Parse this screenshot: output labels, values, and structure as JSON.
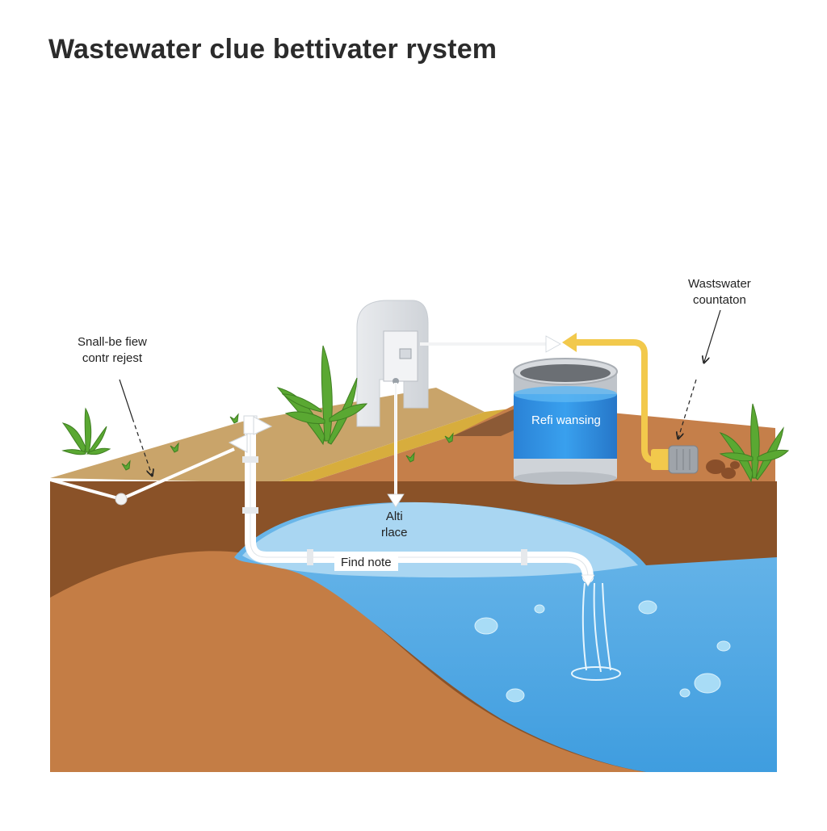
{
  "diagram": {
    "title": "Wastewater clue bettivater rystem",
    "labels": {
      "left_callout_line1": "Snall-be fiew",
      "left_callout_line2": "contr rejest",
      "right_callout_line1": "Wastswater",
      "right_callout_line2": "countaton",
      "tank_label": "Refi wansing",
      "center_label_line1": "Alti",
      "center_label_line2": "rlace",
      "pipe_note": "Find note"
    },
    "colors": {
      "soil_top": "#c9a46a",
      "soil_dark": "#8a5228",
      "soil_front": "#c47d45",
      "water": "#4ea8e2",
      "water_light": "#a9d6f2",
      "tank_blue": "#2f8fe0",
      "pipe_yellow": "#f2c94c",
      "plant_green": "#5aa832"
    },
    "icons": [
      "plant-icon",
      "control-box-icon",
      "tank-icon",
      "valve-icon",
      "pump-icon",
      "rock-icon"
    ]
  }
}
